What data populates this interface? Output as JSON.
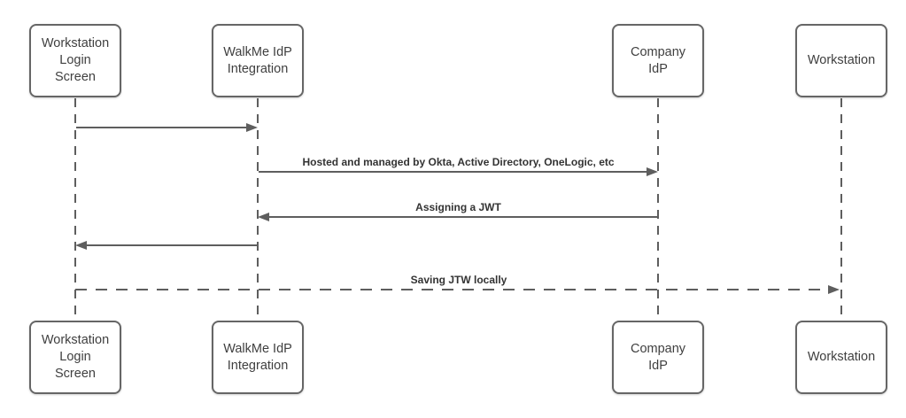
{
  "colors": {
    "background": "#ffffff",
    "shape_border": "#666666",
    "connector_line": "#5e5e5e",
    "shape_text": "#3f3f3f",
    "message_label_text": "#333333"
  },
  "diagram": {
    "type": "sequence",
    "actors": [
      {
        "id": "workstation-login-screen",
        "label": "Workstation\nLogin\nScreen"
      },
      {
        "id": "walkme-idp-integration",
        "label": "WalkMe IdP\nIntegration"
      },
      {
        "id": "company-idp",
        "label": "Company\nIdP"
      },
      {
        "id": "workstation",
        "label": "Workstation"
      }
    ],
    "messages": [
      {
        "from": "workstation-login-screen",
        "to": "walkme-idp-integration",
        "label": "",
        "line": "solid"
      },
      {
        "from": "walkme-idp-integration",
        "to": "company-idp",
        "label": "Hosted and managed by Okta, Active Directory, OneLogic, etc",
        "line": "solid"
      },
      {
        "from": "company-idp",
        "to": "walkme-idp-integration",
        "label": "Assigning a JWT",
        "line": "solid"
      },
      {
        "from": "walkme-idp-integration",
        "to": "workstation-login-screen",
        "label": "",
        "line": "solid"
      },
      {
        "from": "workstation-login-screen",
        "to": "workstation",
        "label": "Saving JTW locally",
        "line": "dashed"
      }
    ]
  }
}
